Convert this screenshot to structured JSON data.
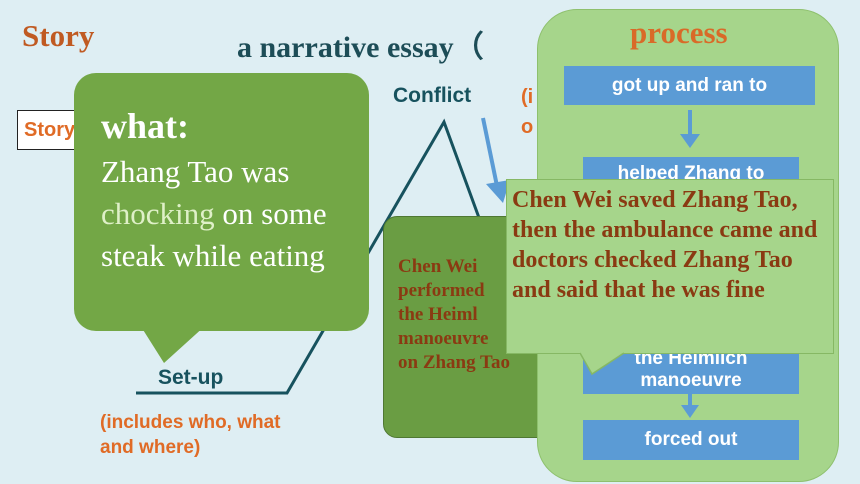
{
  "slide": {
    "title": "Story",
    "subtitle": "a narrative essay（",
    "story_box_label": "Story",
    "conflict_label": "Conflict",
    "conflict_note": "(i\no",
    "setup_label": "Set-up",
    "setup_note": "(includes who, what\nand where)"
  },
  "what_bubble": {
    "heading": "what:",
    "text_before": "Zhang Tao was ",
    "highlight": "chocking",
    "text_after": " on some steak while eating"
  },
  "climax_box": {
    "text": "Chen Wei\nperformed\nthe Heiml\nmanoeuvre\non Zhang Tao"
  },
  "process": {
    "title": "process",
    "steps": [
      "got up and ran to",
      "helped Zhang to",
      "the Heimlich manoeuvre",
      "forced out"
    ]
  },
  "chen_callout": {
    "text": "Chen Wei saved Zhang Tao, then the ambulance came and doctors checked Zhang Tao and said that he was fine"
  },
  "colors": {
    "background": "#deeef3",
    "bubble_green": "#73a746",
    "panel_green": "#a6d58b",
    "step_blue": "#5b9bd5",
    "orange_text": "#e06b26",
    "dark_teal": "#17525e",
    "brown_text": "#8a3a12"
  }
}
